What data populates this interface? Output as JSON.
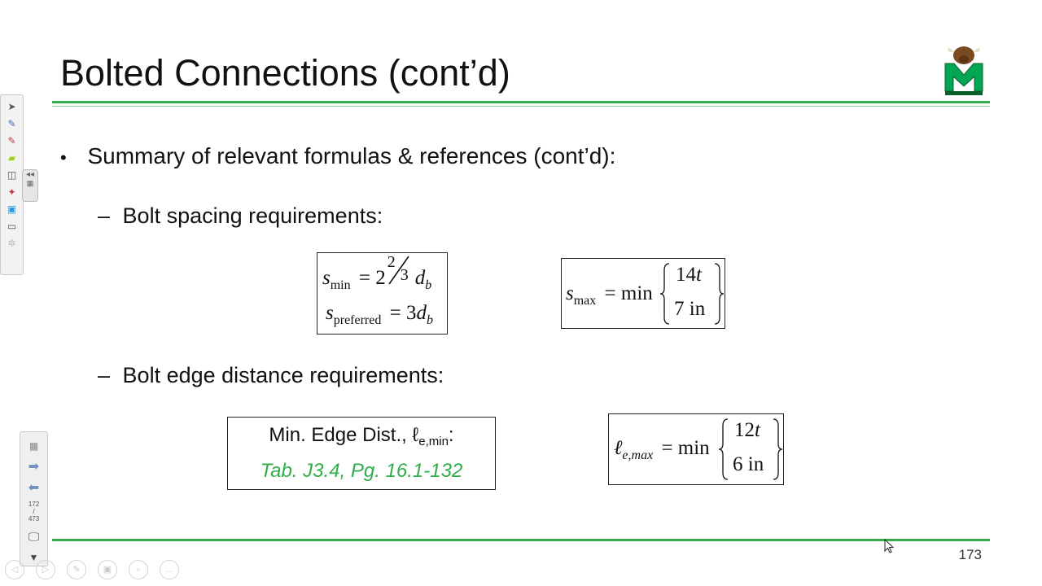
{
  "slide": {
    "title": "Bolted Connections (cont’d)",
    "page_number": "173",
    "bullet_main": "Summary of relevant formulas & references (cont’d):",
    "sub1": "Bolt spacing requirements:",
    "sub2": "Bolt edge distance requirements:",
    "dash": "–",
    "dot": "•"
  },
  "formulas": {
    "smin": {
      "var": "s",
      "sub": "min",
      "eq": "= 2",
      "num": "2",
      "den": "3",
      "d": "d",
      "dsub": "b"
    },
    "spref": {
      "var": "s",
      "sub": "preferred",
      "eq": "= 3",
      "d": "d",
      "dsub": "b"
    },
    "smax": {
      "var": "s",
      "sub": "max",
      "eq": "= min",
      "opt1a": "14",
      "opt1b": "t",
      "opt2": "7 in"
    },
    "edge_min": {
      "label": "Min. Edge Dist., ℓ",
      "sub": "e,min",
      "colon": ":",
      "ref": "Tab. J3.4, Pg. 16.1-132"
    },
    "lemax": {
      "var": "ℓ",
      "sub": "e,max",
      "eq": "= min",
      "opt1a": "12",
      "opt1b": "t",
      "opt2": "6 in"
    }
  },
  "toolbar": {
    "page_current": "172",
    "page_sep": "/",
    "page_total": "473"
  },
  "colors": {
    "accent_green": "#2fae4a",
    "logo_green": "#00a651"
  }
}
